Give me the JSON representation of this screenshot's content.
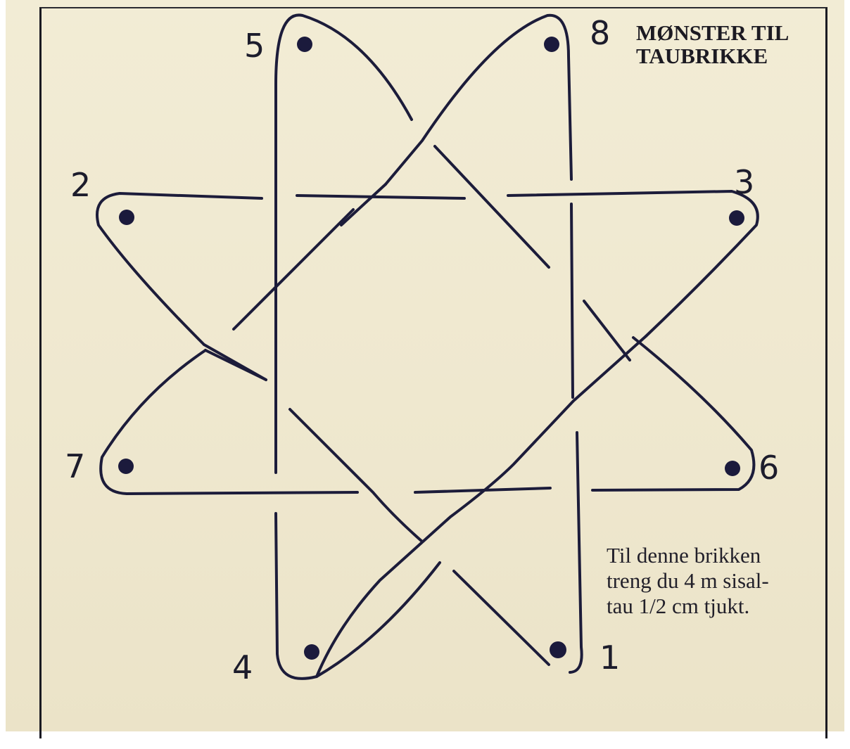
{
  "title": {
    "line1": "MØNSTER TIL",
    "line2": "TAUBRIKKE"
  },
  "note": {
    "line1": "Til denne brikken",
    "line2": "treng du 4 m sisal-",
    "line3": "tau 1/2 cm tjukt."
  },
  "points": {
    "p1": "1",
    "p2": "2",
    "p3": "3",
    "p4": "4",
    "p5": "5",
    "p6": "6",
    "p7": "7",
    "p8": "8"
  },
  "colors": {
    "paper": "#efe8cf",
    "ink": "#1c1c3a",
    "frame": "#1a1a22"
  }
}
